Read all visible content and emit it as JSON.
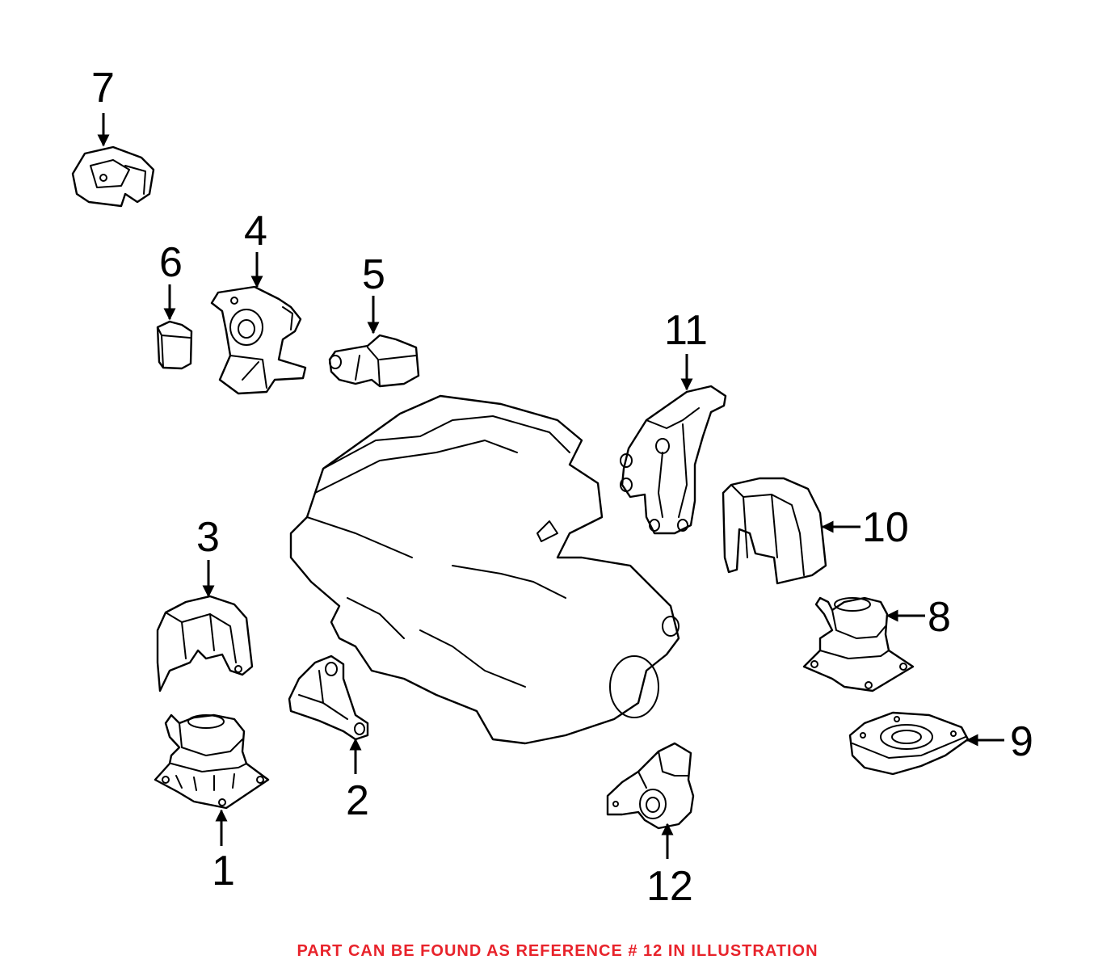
{
  "footer_note": "PART CAN BE FOUND AS REFERENCE # 12 IN ILLUSTRATION",
  "highlight_color": "#e8232b",
  "callouts": [
    {
      "ref": "1"
    },
    {
      "ref": "2"
    },
    {
      "ref": "3"
    },
    {
      "ref": "4"
    },
    {
      "ref": "5"
    },
    {
      "ref": "6"
    },
    {
      "ref": "7"
    },
    {
      "ref": "8"
    },
    {
      "ref": "9"
    },
    {
      "ref": "10"
    },
    {
      "ref": "11"
    },
    {
      "ref": "12"
    }
  ]
}
